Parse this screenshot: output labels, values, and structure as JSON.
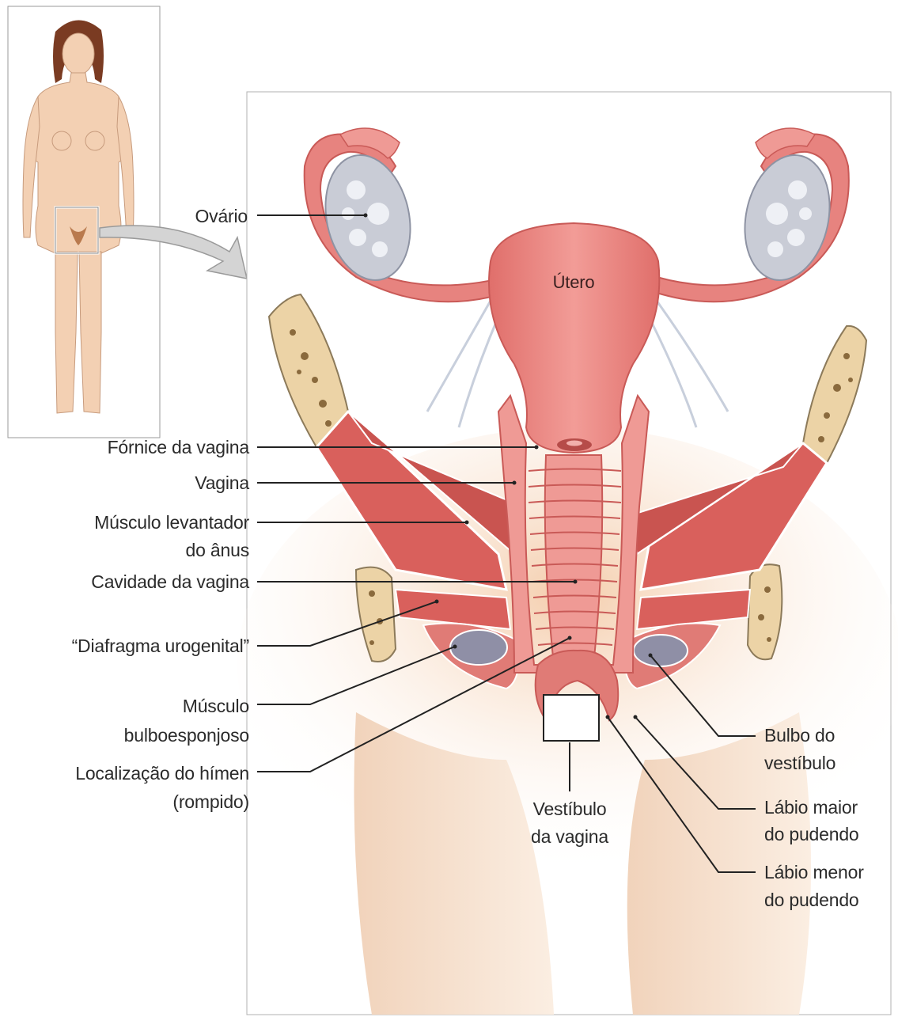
{
  "labels": {
    "ovario": "Ovário",
    "utero": "Útero",
    "fornice": "Fórnice da vagina",
    "vagina": "Vagina",
    "musculo_levantador_1": "Músculo levantador",
    "musculo_levantador_2": "do ânus",
    "cavidade": "Cavidade da vagina",
    "diafragma": "“Diafragma urogenital”",
    "bulbo_musculo_1": "Músculo",
    "bulbo_musculo_2": "bulboesponjoso",
    "himen_1": "Localização do hímen",
    "himen_2": "(rompido)",
    "vestibulo_1": "Vestíbulo",
    "vestibulo_2": "da vagina",
    "bulbo_vestibulo_1": "Bulbo do",
    "bulbo_vestibulo_2": "vestíbulo",
    "labio_maior_1": "Lábio maior",
    "labio_maior_2": "do pudendo",
    "labio_menor_1": "Lábio menor",
    "labio_menor_2": "do pudendo"
  },
  "colors": {
    "tissue": "#e7837f",
    "tissue_dark": "#c95a57",
    "muscle": "#d9605c",
    "bone": "#ecd3a6",
    "ovary": "#c9ccd6",
    "skin": "#f6dcc4",
    "leader": "#222222"
  }
}
